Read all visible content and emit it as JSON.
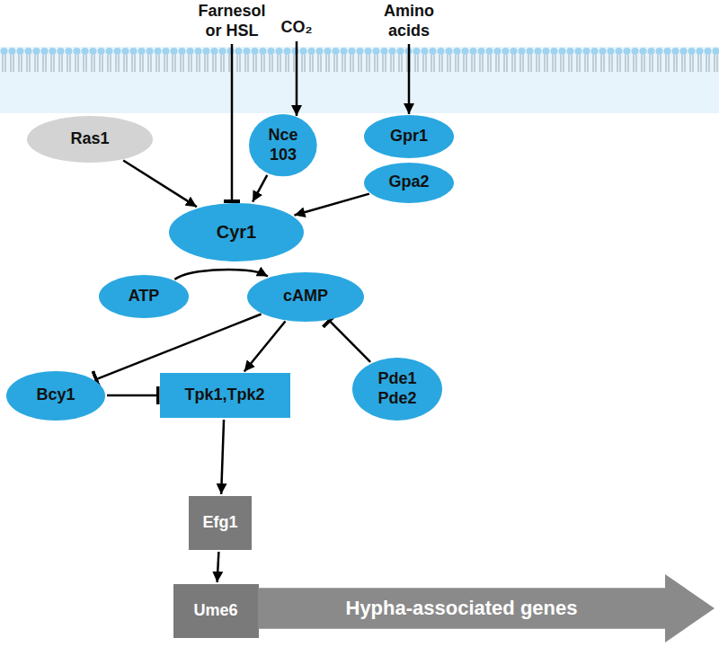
{
  "diagram": {
    "nodes": [
      {
        "text": [
          "Ras1"
        ]
      },
      {
        "text": [
          "Nce 103"
        ]
      },
      {
        "text": [
          "Gpr1"
        ]
      },
      {
        "text": [
          "Gpa2"
        ]
      },
      {
        "text": [
          "Cyr1"
        ]
      },
      {
        "text": [
          "ATP"
        ]
      },
      {
        "text": [
          "cAMP"
        ]
      },
      {
        "text": [
          "Bcy1"
        ]
      },
      {
        "text": [
          "Tpk1,Tpk2"
        ]
      },
      {
        "text": [
          "Pde1 Pde2"
        ]
      },
      {
        "text": [
          "Efg1"
        ]
      },
      {
        "text": [
          "Ume6"
        ]
      },
      {
        "text": [
          "Hypha-associated genes"
        ]
      }
    ],
    "edges": [
      {
        "from": 0,
        "to": 4,
        "arrow": "to"
      },
      {
        "from": 1,
        "to": 4,
        "arrow": "to"
      },
      {
        "from": 3,
        "to": 4,
        "arrow": "to"
      },
      {
        "from": 5,
        "to": 6,
        "arrow": "to"
      },
      {
        "from": 6,
        "to": 7,
        "arrow": "to"
      },
      {
        "from": 6,
        "to": 8,
        "arrow": "to"
      },
      {
        "from": 9,
        "to": 6,
        "arrow": "to"
      },
      {
        "from": 7,
        "to": 8,
        "arrow": "to"
      },
      {
        "from": 8,
        "to": 10,
        "arrow": "to"
      },
      {
        "from": 10,
        "to": 11,
        "arrow": "to"
      }
    ],
    "labels": [
      "Farnesol or HSL",
      "CO₂",
      "Amino acids"
    ]
  }
}
